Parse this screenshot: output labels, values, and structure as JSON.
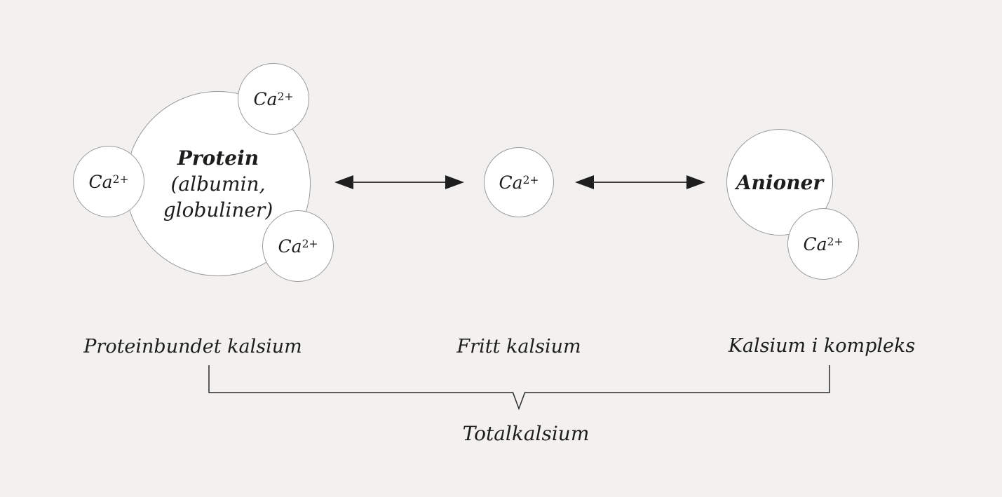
{
  "colors": {
    "background": "#f2f1ef",
    "circle_fill": "#ffffff",
    "circle_border": "#9a9a9a",
    "text": "#1d1d1b",
    "arrow": "#1e1e1e"
  },
  "protein_circle": {
    "title": "Protein",
    "subtitle_line1": "(albumin,",
    "subtitle_line2": "globuliner)"
  },
  "anion_circle": {
    "label": "Anioner"
  },
  "calcium_ion": {
    "symbol": "Ca",
    "charge": "2+"
  },
  "category_labels": {
    "protein_bound": "Proteinbundet kalsium",
    "free": "Fritt kalsium",
    "complex": "Kalsium i kompleks"
  },
  "total_label": "Totalkalsium"
}
